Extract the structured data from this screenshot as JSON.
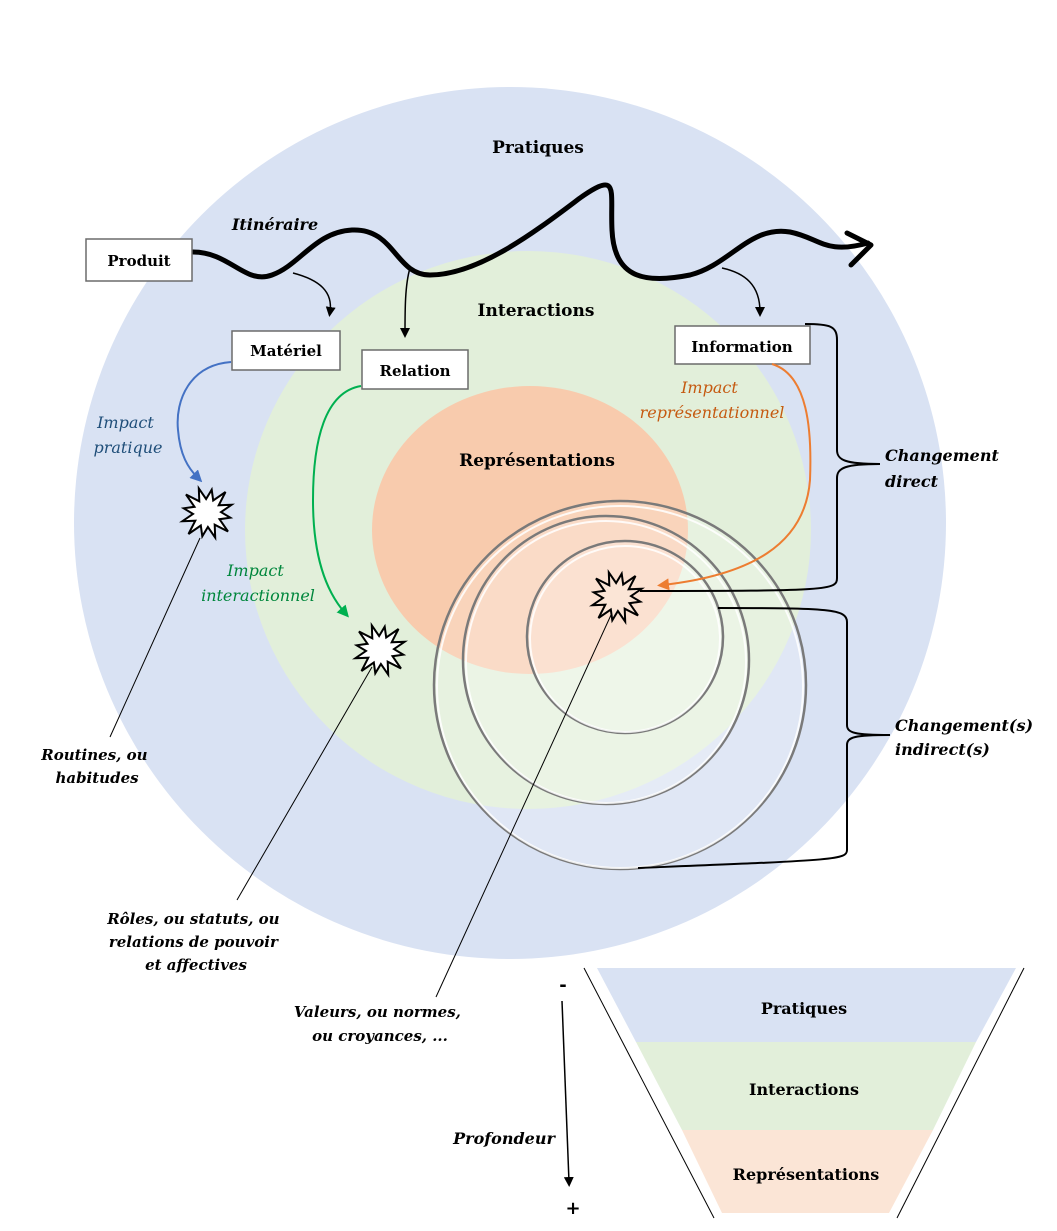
{
  "colors": {
    "pratiques": "#d9e2f3",
    "interactions": "#e2efda",
    "representations": "#f8cbad",
    "funnel_pratiques": "#d9e2f3",
    "funnel_interactions": "#e2efda",
    "funnel_representations": "#fbe5d6",
    "impact_pratique": "#4472c4",
    "impact_pratique_text": "#1f4e79",
    "impact_interactionnel": "#00b050",
    "impact_interactionnel_text": "#00863c",
    "impact_representationnel": "#ed7d31",
    "impact_representationnel_text": "#c55a11"
  },
  "zones": {
    "pratiques": "Pratiques",
    "interactions": "Interactions",
    "representations": "Représentations"
  },
  "itinerary": {
    "label": "Itinéraire"
  },
  "boxes": {
    "produit": "Produit",
    "materiel": "Matériel",
    "relation": "Relation",
    "information": "Information"
  },
  "impacts": {
    "pratique": [
      "Impact",
      "pratique"
    ],
    "interactionnel": [
      "Impact",
      "interactionnel"
    ],
    "representationnel": [
      "Impact",
      "représentationnel"
    ]
  },
  "changes": {
    "direct": [
      "Changement",
      "direct"
    ],
    "indirect": [
      "Changement(s)",
      "indirect(s)"
    ]
  },
  "annotations": {
    "routines": [
      "Routines, ou",
      "habitudes"
    ],
    "roles": [
      "Rôles, ou statuts, ou",
      "relations de pouvoir",
      "et affectives"
    ],
    "valeurs": [
      "Valeurs, ou normes,",
      "ou croyances, ..."
    ]
  },
  "depth_axis": {
    "minus": "-",
    "plus": "+",
    "label": "Profondeur"
  },
  "funnel": {
    "levels": [
      "Pratiques",
      "Interactions",
      "Représentations"
    ]
  }
}
